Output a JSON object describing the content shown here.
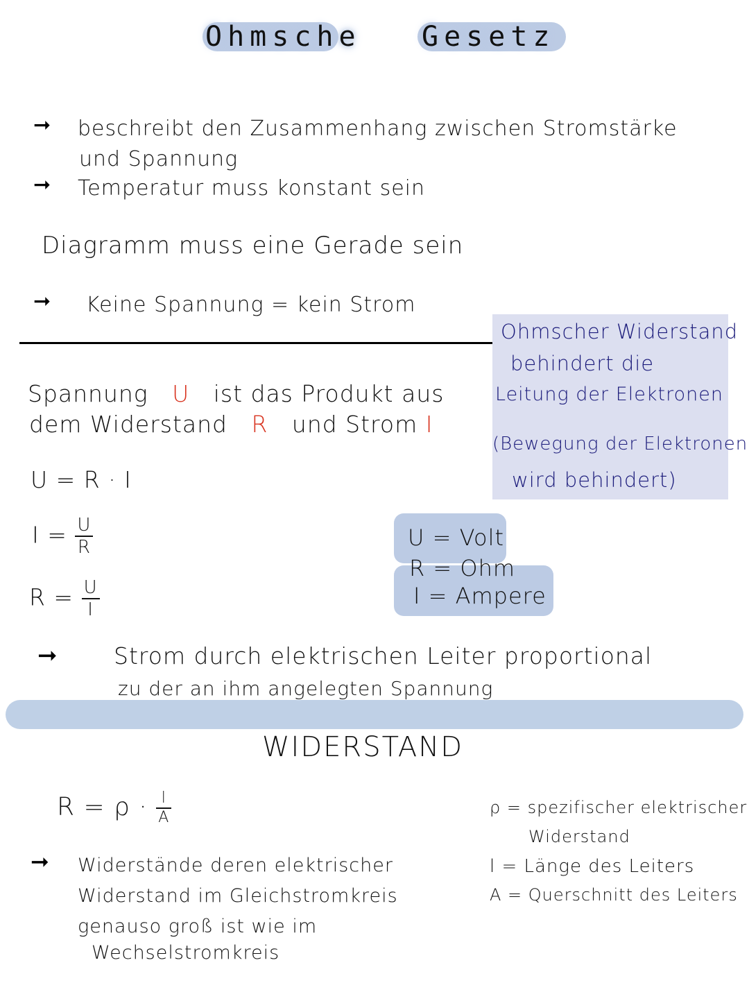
{
  "title": {
    "word1": "Ohmsche",
    "word2": "Gesetz"
  },
  "intro": {
    "bullet1_line1": "beschreibt den Zusammenhang  zwischen Stromstärke",
    "bullet1_line2": "und Spannung",
    "bullet2": "Temperatur muss konstant  sein",
    "diagram_note": "Diagramm muss eine Gerade sein",
    "bullet3": "Keine Spannung = kein Strom"
  },
  "arrow_symbol": "➞",
  "side_note": {
    "line1": "Ohmscher Widerstand",
    "line2": "behindert   die",
    "line3": "Leitung  der  Elektronen",
    "line4": "(Bewegung der Elektronen",
    "line5": "wird  behindert)"
  },
  "product": {
    "line1_a": "Spannung",
    "line1_var": "U",
    "line1_b": "ist das Produkt aus",
    "line2_a": "dem  Widerstand",
    "line2_var_r": "R",
    "line2_b": "und Strom",
    "line2_var_i": "I"
  },
  "formulas": {
    "f1": "U = R · I",
    "f2_lhs": "I  =",
    "f2_num": "U",
    "f2_den": "R",
    "f3_lhs": "R =",
    "f3_num": "U",
    "f3_den": "I"
  },
  "units": {
    "u": "U = Volt",
    "r": "R = Ohm",
    "i": "I  = Ampere"
  },
  "proportional": {
    "line1": "Strom  durch elektrischen  Leiter  proportional",
    "line2": "zu der an ihm angelegten  Spannung"
  },
  "widerstand": {
    "heading": "WIDERSTAND",
    "formula_lhs": "R = ρ ·",
    "formula_num": "l",
    "formula_den": "A",
    "legend": {
      "rho_line1": "ρ = spezifischer elektrischer",
      "rho_line2": "Widerstand",
      "l": "l =  Länge des Leiters",
      "a": "A = Querschnitt des Leiters"
    },
    "bullet_line1": "Widerstände  deren  elektrischer",
    "bullet_line2": "Widerstand  im  Gleichstromkreis",
    "bullet_line3": "genauso  groß  ist  wie  im",
    "bullet_line4": "Wechselstromkreis"
  },
  "colors": {
    "highlight_blue": "#bccbe4",
    "side_note_bg": "#dcdff0",
    "side_note_text": "#1a1a7a",
    "variable_red": "#d8321e"
  }
}
